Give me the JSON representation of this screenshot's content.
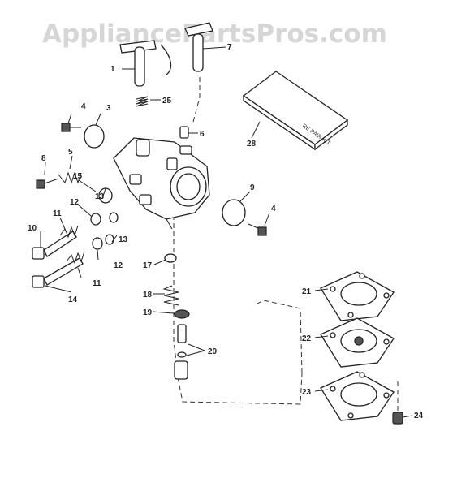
{
  "watermark": "AppliancePartsPros.com",
  "kit_text": "RE PAIR KIT",
  "labels": [
    "1",
    "7",
    "25",
    "4",
    "3",
    "6",
    "28",
    "8",
    "5",
    "15",
    "13",
    "12",
    "10",
    "11",
    "13",
    "12",
    "11",
    "14",
    "9",
    "4",
    "17",
    "18",
    "19",
    "20",
    "21",
    "22",
    "23",
    "24"
  ]
}
